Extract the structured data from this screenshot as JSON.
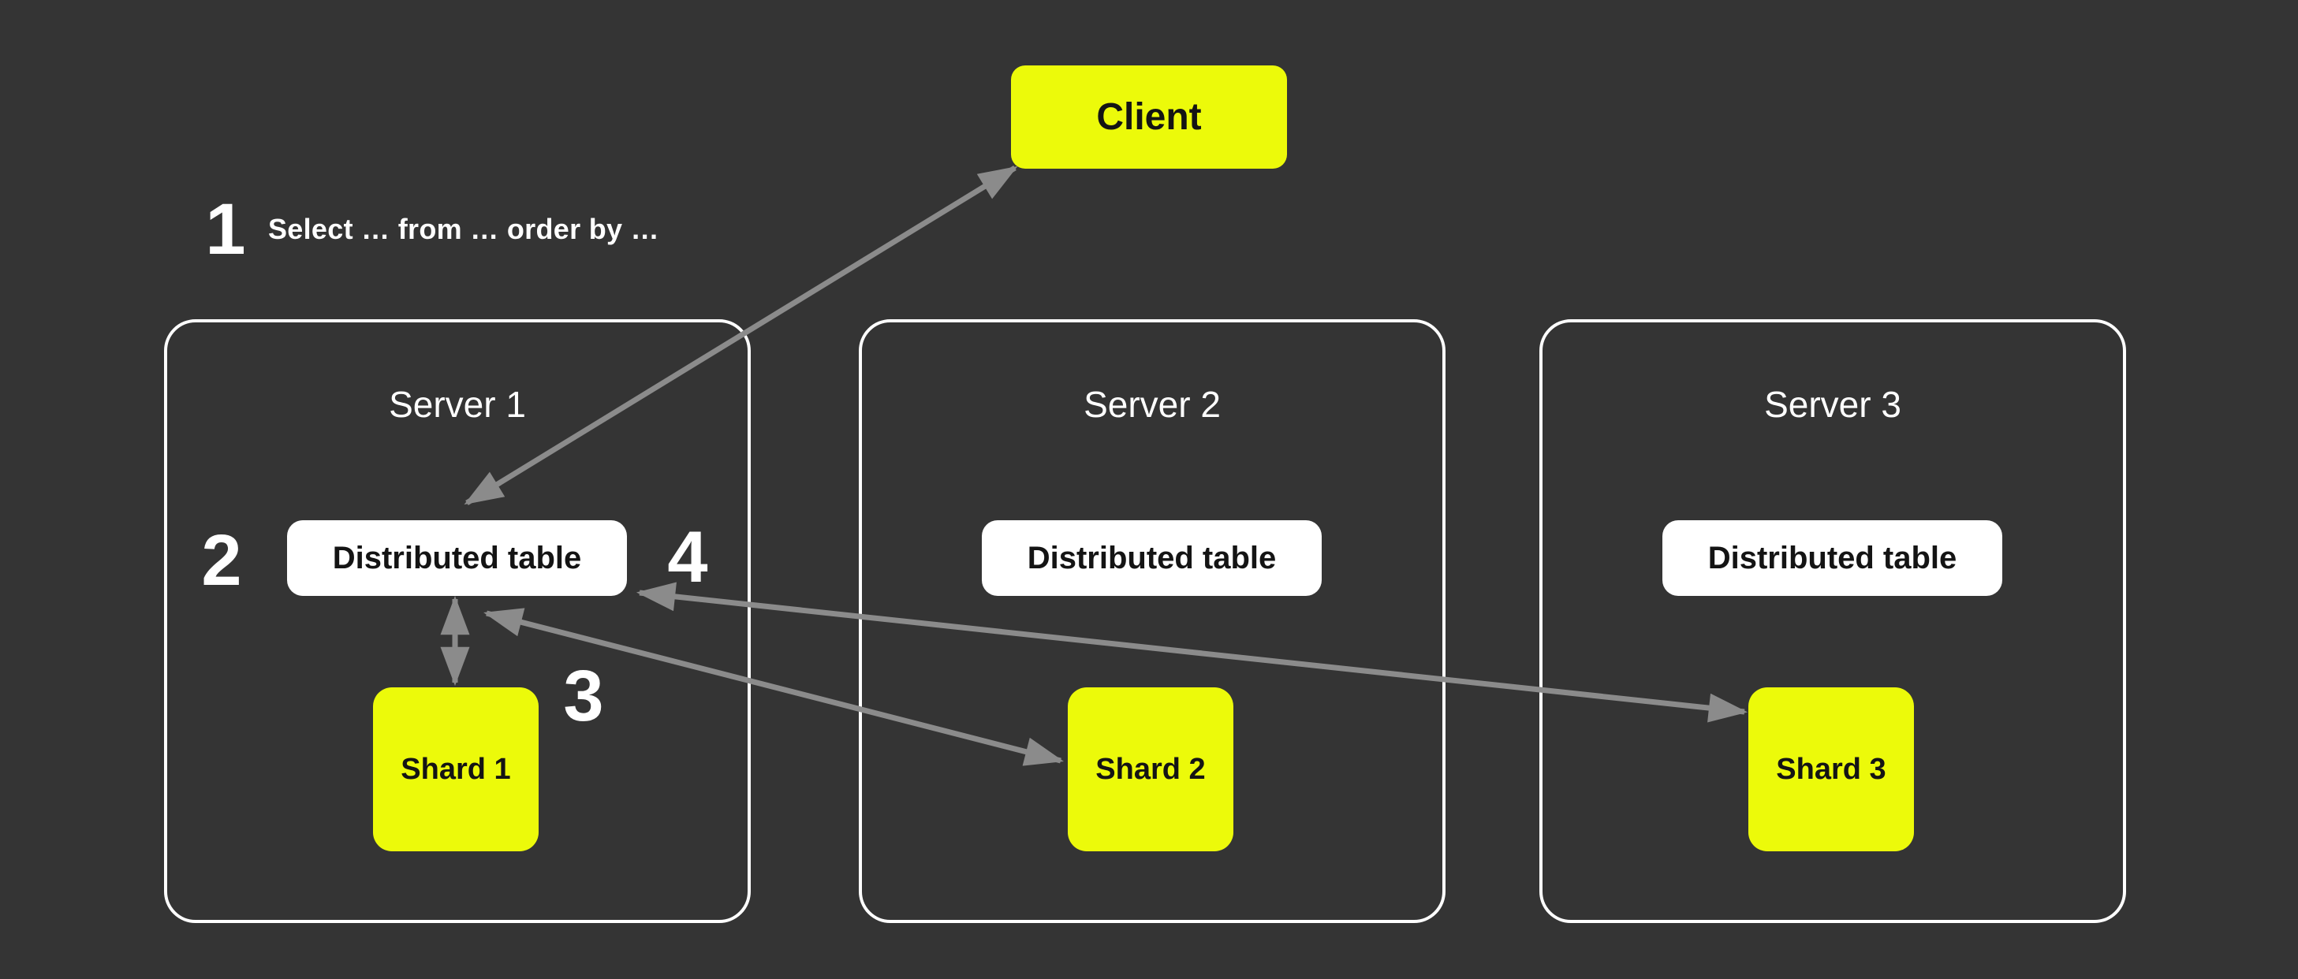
{
  "theme": {
    "bg": "#343434",
    "yellow": "#ECFA0A",
    "white": "#ffffff",
    "gray": "#8B8B8B",
    "ink": "#141414"
  },
  "client": {
    "label": "Client"
  },
  "steps": {
    "one": {
      "number": "1",
      "query": "Select … from … order by …"
    },
    "two": {
      "number": "2"
    },
    "three": {
      "number": "3"
    },
    "four": {
      "number": "4"
    }
  },
  "servers": [
    {
      "label": "Server 1",
      "table": "Distributed table",
      "shard": "Shard 1"
    },
    {
      "label": "Server 2",
      "table": "Distributed table",
      "shard": "Shard 2"
    },
    {
      "label": "Server 3",
      "table": "Distributed table",
      "shard": "Shard 3"
    }
  ]
}
